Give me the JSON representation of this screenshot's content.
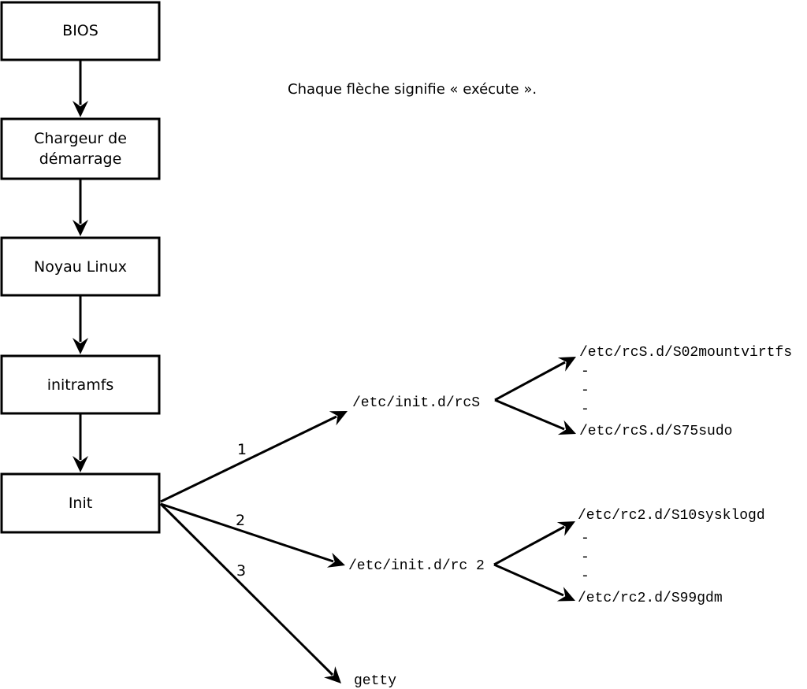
{
  "diagram": {
    "caption": "Chaque flèche signifie « exécute ».",
    "boxes": {
      "bios": {
        "label": "BIOS"
      },
      "bootloader": {
        "line1": "Chargeur de",
        "line2": "démarrage"
      },
      "kernel": {
        "label": "Noyau Linux"
      },
      "initramfs": {
        "label": "initramfs"
      },
      "init": {
        "label": "Init"
      }
    },
    "fan": {
      "labels": {
        "one": "1",
        "two": "2",
        "three": "3"
      }
    },
    "targets": {
      "rcS": {
        "script": "/etc/init.d/rcS",
        "child_first": "/etc/rcS.d/S02mountvirtfs",
        "ellipsis": [
          "-",
          "-",
          "-"
        ],
        "child_last": "/etc/rcS.d/S75sudo"
      },
      "rc2": {
        "script": "/etc/init.d/rc 2",
        "child_first": "/etc/rc2.d/S10sysklogd",
        "ellipsis": [
          "-",
          "-",
          "-"
        ],
        "child_last": "/etc/rc2.d/S99gdm"
      },
      "getty": {
        "script": "getty"
      }
    },
    "colors": {
      "stroke": "#000000",
      "text": "#000000",
      "background": "#ffffff"
    }
  }
}
